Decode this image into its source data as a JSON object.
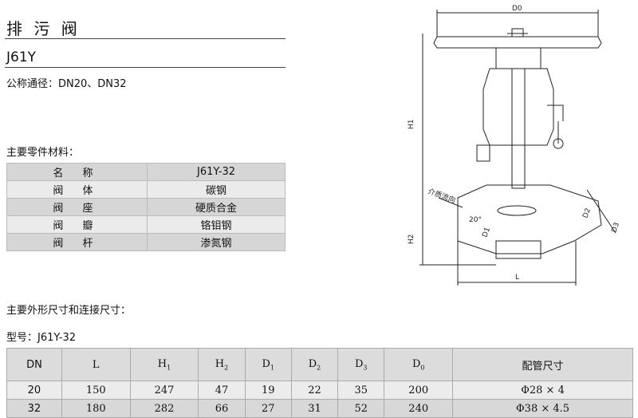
{
  "title": "排 污 阀",
  "model": "J61Y",
  "nominal_diameter": "公称通径：DN20、DN32",
  "parts_heading": "主要零件材料：",
  "parts": [
    {
      "name": "名 称",
      "value": "J61Y-32"
    },
    {
      "name": "阀 体",
      "value": "碳钢"
    },
    {
      "name": "阀 座",
      "value": "硬质合金"
    },
    {
      "name": "阀 瓣",
      "value": "铬钼钢"
    },
    {
      "name": "阀 杆",
      "value": "渗氮钢"
    }
  ],
  "dims_heading": "主要外形尺寸和连接尺寸：",
  "type_line": "型号：J61Y-32",
  "dims_table": {
    "headers": [
      "DN",
      "L",
      "H",
      "H",
      "D",
      "D",
      "D",
      "D",
      "配管尺寸"
    ],
    "header_subs": [
      "",
      "",
      "1",
      "2",
      "1",
      "2",
      "3",
      "0",
      ""
    ],
    "rows": [
      [
        "20",
        "150",
        "247",
        "47",
        "19",
        "22",
        "35",
        "200",
        "Φ28 × 4"
      ],
      [
        "32",
        "180",
        "282",
        "66",
        "27",
        "31",
        "52",
        "240",
        "Φ38 × 4.5"
      ]
    ]
  },
  "drawing": {
    "labels": {
      "d0": "D0",
      "h1": "H1",
      "h2": "H2",
      "d1": "D1",
      "d2": "D2",
      "d3": "D3",
      "l": "L",
      "angle": "20°",
      "flow": "介质流向"
    },
    "colors": {
      "line": "#222222",
      "hatch": "#555555"
    }
  }
}
